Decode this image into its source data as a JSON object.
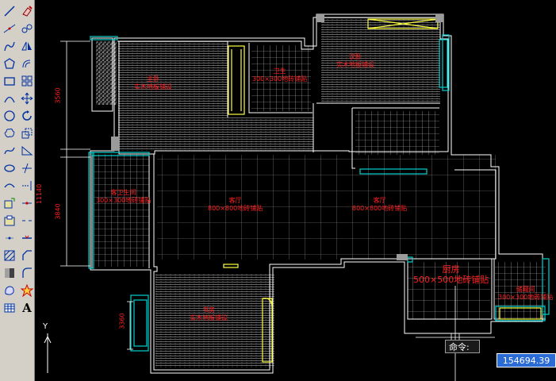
{
  "toolbar": {
    "tools": [
      {
        "icon": "line-icon",
        "label": "Line"
      },
      {
        "icon": "eraser-icon",
        "label": "Erase"
      },
      {
        "icon": "construction-line-icon",
        "label": "Construction Line"
      },
      {
        "icon": "copy-icon",
        "label": "Copy"
      },
      {
        "icon": "polyline-icon",
        "label": "Polyline"
      },
      {
        "icon": "mirror-icon",
        "label": "Mirror"
      },
      {
        "icon": "polygon-icon",
        "label": "Polygon"
      },
      {
        "icon": "offset-icon",
        "label": "Offset"
      },
      {
        "icon": "rectangle-icon",
        "label": "Rectangle"
      },
      {
        "icon": "array-icon",
        "label": "Array"
      },
      {
        "icon": "arc-icon",
        "label": "Arc"
      },
      {
        "icon": "move-icon",
        "label": "Move"
      },
      {
        "icon": "circle-icon",
        "label": "Circle"
      },
      {
        "icon": "rotate-icon",
        "label": "Rotate"
      },
      {
        "icon": "revision-cloud-icon",
        "label": "Revision Cloud"
      },
      {
        "icon": "scale-icon",
        "label": "Scale"
      },
      {
        "icon": "spline-icon",
        "label": "Spline"
      },
      {
        "icon": "stretch-icon",
        "label": "Stretch"
      },
      {
        "icon": "ellipse-icon",
        "label": "Ellipse"
      },
      {
        "icon": "trim-icon",
        "label": "Trim"
      },
      {
        "icon": "ellipse-arc-icon",
        "label": "Ellipse Arc"
      },
      {
        "icon": "extend-icon",
        "label": "Extend"
      },
      {
        "icon": "insert-block-icon",
        "label": "Insert Block"
      },
      {
        "icon": "break-point-icon",
        "label": "Break at Point"
      },
      {
        "icon": "make-block-icon",
        "label": "Make Block"
      },
      {
        "icon": "break-icon",
        "label": "Break"
      },
      {
        "icon": "point-icon",
        "label": "Point"
      },
      {
        "icon": "join-icon",
        "label": "Join"
      },
      {
        "icon": "hatch-icon",
        "label": "Hatch"
      },
      {
        "icon": "chamfer-icon",
        "label": "Chamfer"
      },
      {
        "icon": "gradient-icon",
        "label": "Gradient"
      },
      {
        "icon": "fillet-icon",
        "label": "Fillet"
      },
      {
        "icon": "region-icon",
        "label": "Region"
      },
      {
        "icon": "explode-icon",
        "label": "Explode"
      },
      {
        "icon": "table-icon",
        "label": "Table"
      },
      {
        "icon": "mtext-icon",
        "label": "A"
      }
    ]
  },
  "rooms": [
    {
      "name": "主卧",
      "note": "实木地板铺设"
    },
    {
      "name": "卫生",
      "note": "300×300地砖铺贴"
    },
    {
      "name": "次卧",
      "note": "实木地板铺设"
    },
    {
      "name": "客厅",
      "note": "800×800地砖铺贴"
    },
    {
      "name": "客厅",
      "note": "800×800地砖铺贴"
    },
    {
      "name": "客卫生间",
      "note": "300×300地砖铺贴"
    },
    {
      "name": "厨房",
      "note": "500×500地砖铺贴"
    },
    {
      "name": "书房",
      "note": "实木地板铺设"
    },
    {
      "name": "储藏间",
      "note": "300×300地砖铺贴"
    }
  ],
  "dimensions": {
    "d1": "3560",
    "d2": "3840",
    "d3": "11140",
    "d4": "3360"
  },
  "ucs_label": "Y",
  "command": {
    "prompt": "命令:",
    "coordinate": "154694.39"
  },
  "colors": {
    "wall": "#ffffff",
    "window": "#00d0d0",
    "text": "#ff2020",
    "door": "#ffff40",
    "dimension": "#ffffff",
    "coord_bg": "#2b6bd6"
  }
}
